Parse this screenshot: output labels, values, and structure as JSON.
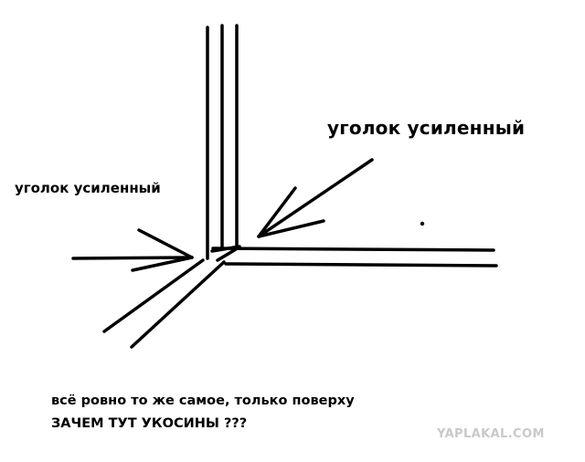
{
  "labels": {
    "reinforced_corner_right": "уголок усиленный",
    "reinforced_corner_left": "уголок усиленный"
  },
  "notes": {
    "line1": "всё ровно то же самое, только поверху",
    "line2": "ЗАЧЕМ ТУТ УКОСИНЫ ???"
  },
  "watermark": "YAPLAKAL.COM",
  "colors": {
    "ink": "#000000",
    "background": "#ffffff",
    "watermark": "#c9c9c9"
  }
}
